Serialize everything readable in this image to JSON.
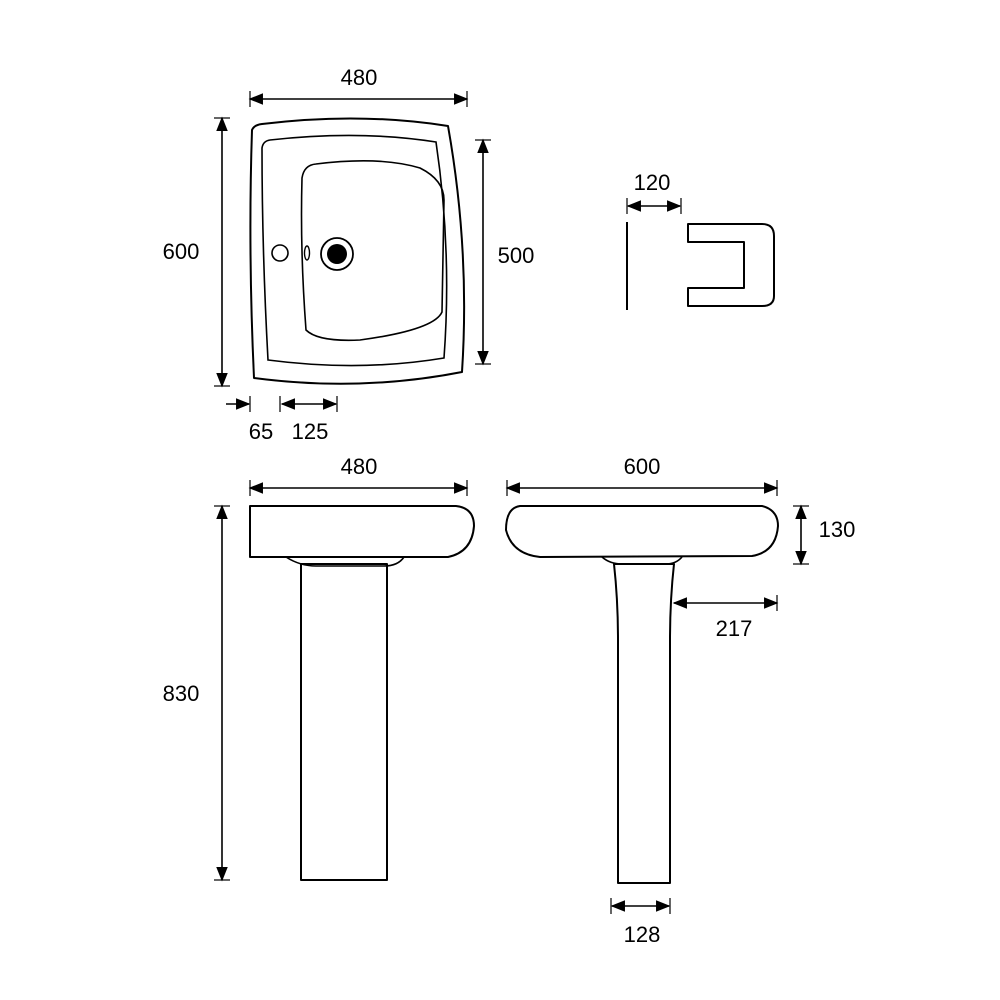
{
  "dimensions": {
    "top_width": "480",
    "top_depth": "600",
    "bowl_depth": "500",
    "tap_offset": "65",
    "tap_spacing": "125",
    "wall_gap": "120",
    "front_width": "480",
    "overall_height": "830",
    "side_width": "600",
    "basin_height": "130",
    "projection": "217",
    "pedestal_width": "128"
  }
}
